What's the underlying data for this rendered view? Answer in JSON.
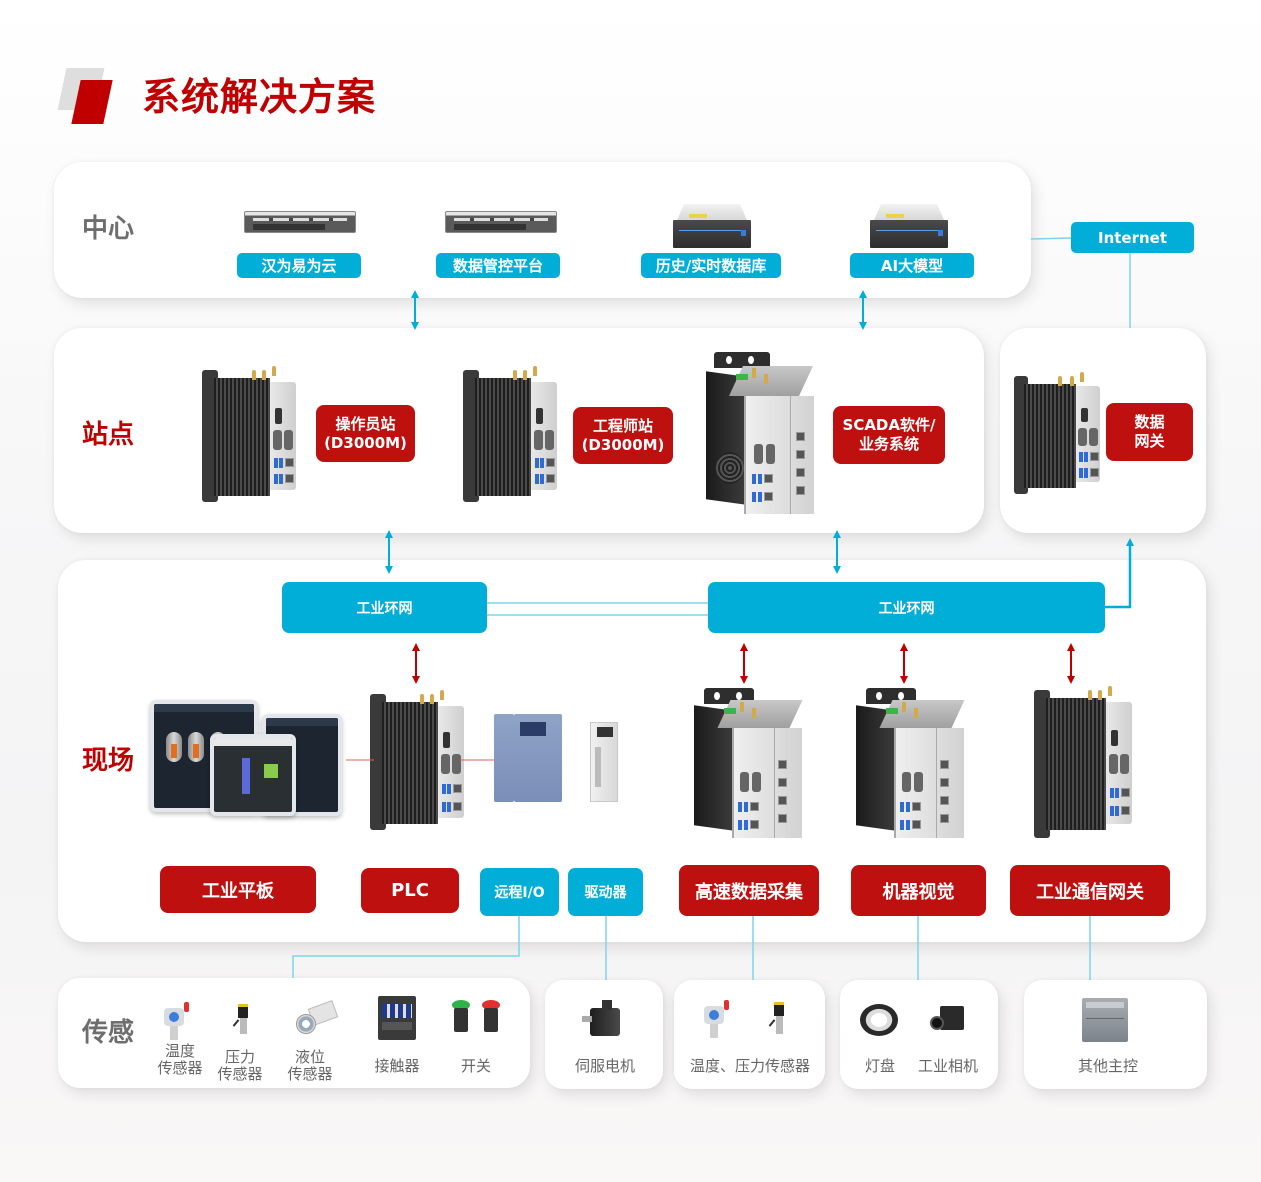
{
  "page": {
    "title": "系统解决方案"
  },
  "colors": {
    "brand_red": "#c00000",
    "tag_red": "#bf1010",
    "tag_blue": "#00aed8",
    "line_blue": "#00aed8",
    "arrow_red": "#c00000",
    "label_gray": "#6e6e6e"
  },
  "center": {
    "label": "中心",
    "items": [
      {
        "label": "汉为易为云",
        "icon": "rack-server-icon"
      },
      {
        "label": "数据管控平台",
        "icon": "rack-server-icon"
      },
      {
        "label": "历史/实时数据库",
        "icon": "storage-server-icon"
      },
      {
        "label": "AI大模型",
        "icon": "storage-server-icon"
      }
    ],
    "internet": "Internet"
  },
  "station": {
    "label": "站点",
    "items": [
      {
        "line1": "操作员站",
        "line2": "(D3000M)",
        "icon": "fanless-ipc-icon"
      },
      {
        "line1": "工程师站",
        "line2": "(D3000M)",
        "icon": "fanless-ipc-icon"
      },
      {
        "line1": "SCADA软件/",
        "line2": "业务系统",
        "icon": "modular-box-pc-icon"
      }
    ],
    "gateway": {
      "line1": "数据",
      "line2": "网关",
      "icon": "fanless-ipc-icon"
    }
  },
  "field": {
    "label": "现场",
    "ring_left": "工业环网",
    "ring_right": "工业环网",
    "devices": [
      {
        "label": "工业平板",
        "style": "red",
        "icon": "industrial-tablet-icon"
      },
      {
        "label": "PLC",
        "style": "red",
        "icon": "fanless-ipc-icon"
      },
      {
        "label": "远程I/O",
        "style": "blue",
        "icon": "remote-io-module-icon"
      },
      {
        "label": "驱动器",
        "style": "blue",
        "icon": "servo-drive-icon"
      },
      {
        "label": "高速数据采集",
        "style": "red",
        "icon": "modular-box-pc-icon"
      },
      {
        "label": "机器视觉",
        "style": "red",
        "icon": "modular-box-pc-icon"
      },
      {
        "label": "工业通信网关",
        "style": "red",
        "icon": "fanless-ipc-icon"
      }
    ]
  },
  "sensing": {
    "label": "传感",
    "group1": [
      {
        "line1": "温度",
        "line2": "传感器",
        "icon": "temperature-sensor-icon"
      },
      {
        "line1": "压力",
        "line2": "传感器",
        "icon": "pressure-sensor-icon"
      },
      {
        "line1": "液位",
        "line2": "传感器",
        "icon": "level-sensor-icon"
      },
      {
        "line1": "接触器",
        "line2": "",
        "icon": "contactor-icon"
      },
      {
        "line1": "开关",
        "line2": "",
        "icon": "push-button-switch-icon"
      }
    ],
    "servo": {
      "label": "伺服电机",
      "icon": "servo-motor-icon"
    },
    "sensors2": {
      "label": "温度、压力传感器",
      "icons": [
        "temperature-sensor-icon",
        "pressure-sensor-icon"
      ]
    },
    "vision": [
      {
        "label": "灯盘",
        "icon": "ring-light-icon"
      },
      {
        "label": "工业相机",
        "icon": "industrial-camera-icon"
      }
    ],
    "other": {
      "label": "其他主控",
      "icon": "plc-controller-icon"
    }
  }
}
